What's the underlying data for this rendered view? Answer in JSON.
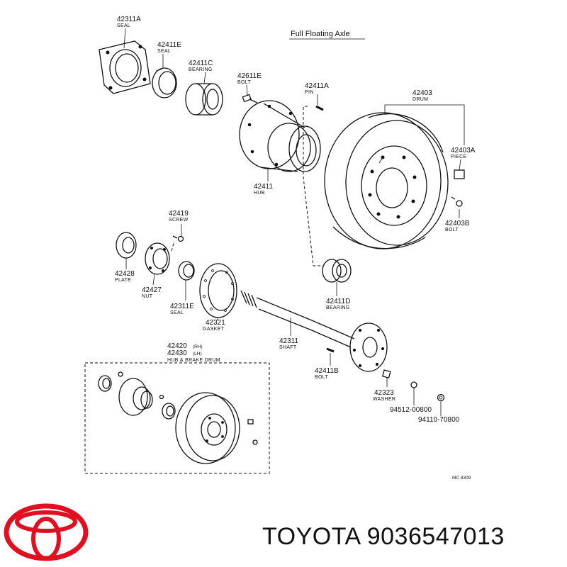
{
  "diagram": {
    "title": "Full Floating Axle",
    "footer_code": "MC 8309",
    "brand_text": "TOYOTA 9036547013",
    "brand_color": "#e01020",
    "logo": "toyota-logo-icon",
    "parts": [
      {
        "id": "p0",
        "number": "42311A",
        "name": "SEAL"
      },
      {
        "id": "p1",
        "number": "42411E",
        "name": "SEAL"
      },
      {
        "id": "p2",
        "number": "42411C",
        "name": "BEARING"
      },
      {
        "id": "p3",
        "number": "42611E",
        "name": "BOLT"
      },
      {
        "id": "p4",
        "number": "42411A",
        "name": "PIN"
      },
      {
        "id": "p5",
        "number": "42403",
        "name": "DRUM"
      },
      {
        "id": "p6",
        "number": "42403A",
        "name": "PIECE"
      },
      {
        "id": "p7",
        "number": "42403B",
        "name": "BOLT"
      },
      {
        "id": "p8",
        "number": "42411",
        "name": "HUB"
      },
      {
        "id": "p9",
        "number": "42419",
        "name": "SCREW"
      },
      {
        "id": "p10",
        "number": "42428",
        "name": "PLATE"
      },
      {
        "id": "p11",
        "number": "42427",
        "name": "NUT"
      },
      {
        "id": "p12",
        "number": "42311E",
        "name": "SEAL"
      },
      {
        "id": "p13",
        "number": "42321",
        "name": "GASKET"
      },
      {
        "id": "p14",
        "number": "42411D",
        "name": "BEARING"
      },
      {
        "id": "p15",
        "number": "42311",
        "name": "SHAFT"
      },
      {
        "id": "p16",
        "number": "42411B",
        "name": "BOLT"
      },
      {
        "id": "p17",
        "number": "42323",
        "name": "WASHER"
      },
      {
        "id": "p18",
        "number": "94512-00800",
        "name": ""
      },
      {
        "id": "p19",
        "number": "94110-70800",
        "name": ""
      }
    ],
    "assembly": {
      "number_rh": "42420",
      "suffix_rh": "(RH)",
      "number_lh": "42430",
      "suffix_lh": "(LH)",
      "name": "HUB & BRAKE DRUM"
    }
  }
}
